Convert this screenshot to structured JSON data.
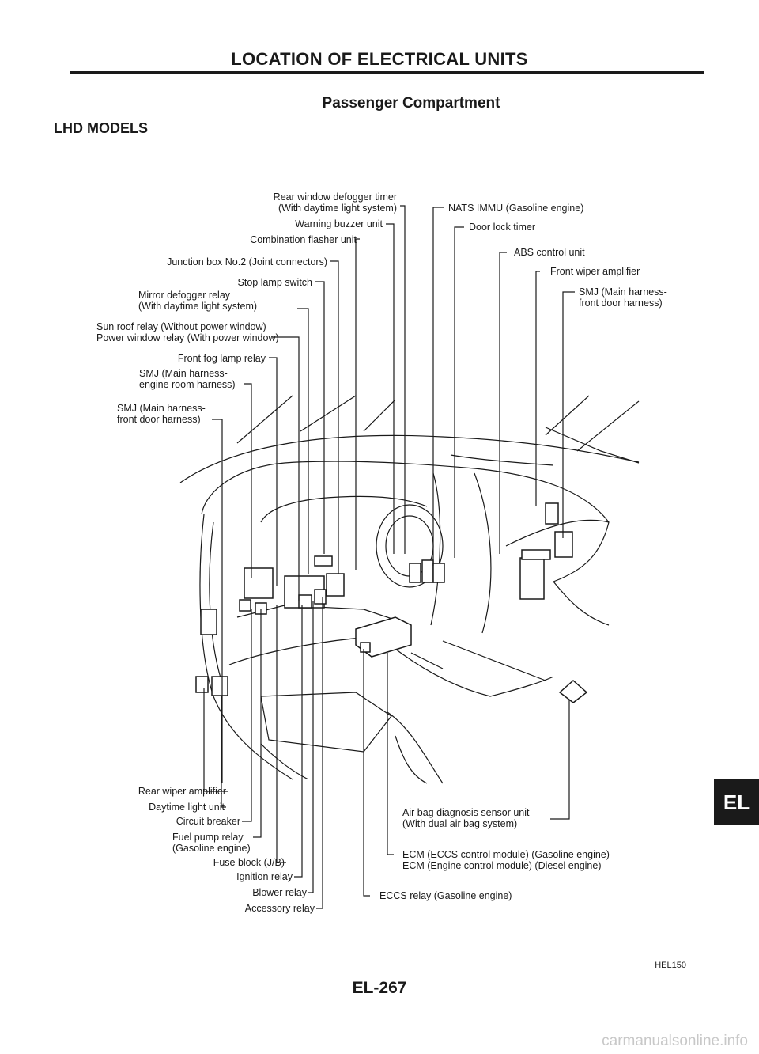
{
  "page": {
    "title": "LOCATION OF ELECTRICAL UNITS",
    "section": "Passenger Compartment",
    "models": "LHD MODELS",
    "figure_id": "HEL150",
    "page_number": "EL-267",
    "side_tab": "EL",
    "watermark": "carmanualsonline.info"
  },
  "labels_top_left": [
    "Rear window defogger timer\n(With daytime light system)",
    "Warning buzzer unit",
    "Combination flasher unit",
    "Junction box No.2 (Joint connectors)",
    "Stop lamp switch",
    "Mirror defogger relay\n(With daytime light system)",
    "Sun roof relay (Without power window)\nPower window relay (With power window)",
    "Front fog lamp relay",
    "SMJ (Main harness-\nengine room harness)",
    "SMJ (Main harness-\nfront door harness)"
  ],
  "labels_top_right": [
    "NATS IMMU (Gasoline engine)",
    "Door lock timer",
    "ABS control unit",
    "Front wiper amplifier",
    "SMJ (Main harness-\nfront door harness)"
  ],
  "labels_bottom_left": [
    "Rear wiper amplifier",
    "Daytime light unit",
    "Circuit breaker",
    "Fuel pump relay\n(Gasoline engine)",
    "Fuse block (J/B)",
    "Ignition relay",
    "Blower relay",
    "Accessory relay"
  ],
  "labels_bottom_right": [
    "Air bag diagnosis sensor unit\n(With dual air bag system)",
    "ECM (ECCS control module) (Gasoline engine)\nECM (Engine control module) (Diesel engine)",
    "ECCS relay (Gasoline engine)"
  ]
}
